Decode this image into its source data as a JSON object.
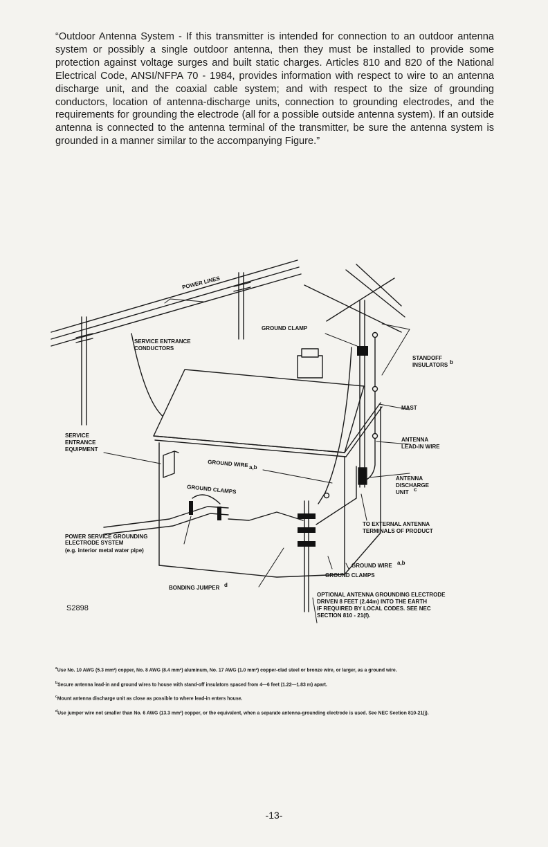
{
  "intro": "“Outdoor Antenna System - If this transmitter is intended for connection to an outdoor antenna system or possibly a single outdoor antenna, then they must be installed to provide some protection against voltage surges and built static charges. Articles 810 and 820 of the National Electrical Code, ANSI/NFPA 70 - 1984, provides information with respect to wire to an antenna discharge unit, and the coaxial cable system; and with respect to the size of grounding conductors, location of antenna-discharge units, connection to grounding electrodes, and the requirements for grounding the electrode (all for a possible outside antenna system). If an outside antenna is connected to the antenna terminal of the transmitter, be sure the antenna system is grounded in a manner similar to the accompanying Figure.”",
  "figure": {
    "labels": {
      "power_lines": "POWER LINES",
      "ground_clamp": "GROUND CLAMP",
      "service_entrance_conductors_1": "SERVICE ENTRANCE",
      "service_entrance_conductors_2": "CONDUCTORS",
      "standoff_1": "STANDOFF",
      "standoff_2": "INSULATORS",
      "standoff_mark": "b",
      "mast": "MAST",
      "service_equipment_1": "SERVICE",
      "service_equipment_2": "ENTRANCE",
      "service_equipment_3": "EQUIPMENT",
      "lead_in_1": "ANTENNA",
      "lead_in_2": "LEAD-IN WIRE",
      "ground_wire_roof": "GROUND WIRE",
      "ground_wire_roof_mark": "a,b",
      "ground_clamps_left": "GROUND CLAMPS",
      "discharge_1": "ANTENNA",
      "discharge_2": "DISCHARGE",
      "discharge_3": "UNIT",
      "discharge_mark": "c",
      "external_1": "TO EXTERNAL ANTENNA",
      "external_2": "TERMINALS OF PRODUCT",
      "electrode_system_1": "POWER SERVICE GROUNDING",
      "electrode_system_2": "ELECTRODE SYSTEM",
      "electrode_system_3": "(e.g. interior metal water pipe)",
      "ground_wire_lower": "GROUND WIRE",
      "ground_wire_lower_mark": "a,b",
      "ground_clamps_lower": "GROUND CLAMPS",
      "bonding_jumper": "BONDING JUMPER",
      "bonding_jumper_mark": "d",
      "optional_1": "OPTIONAL ANTENNA GROUNDING ELECTRODE",
      "optional_2": "DRIVEN 8 FEET (2.44m) INTO THE EARTH",
      "optional_3": "IF REQUIRED BY LOCAL CODES. SEE NEC",
      "optional_4": "SECTION 810 - 21(f).",
      "figure_number": "S2898"
    }
  },
  "notes": [
    {
      "mark": "a",
      "text": "Use No. 10 AWG (5.3 mm²) copper, No. 8 AWG (8.4 mm²) aluminum, No. 17 AWG (1.0 mm²) copper-clad steel or bronze wire, or larger, as a ground wire."
    },
    {
      "mark": "b",
      "text": "Secure antenna lead-in and ground wires to house with stand-off insulators spaced from 4—6 feet (1.22—1.83 m) apart."
    },
    {
      "mark": "c",
      "text": "Mount antenna discharge unit as close as possible to where lead-in enters house."
    },
    {
      "mark": "d",
      "text": "Use jumper wire not smaller than No. 6 AWG (13.3 mm²) copper, or the equivalent, when a separate antenna-grounding electrode is used. See NEC Section 810-21(j)."
    }
  ],
  "page_number": "-13-"
}
